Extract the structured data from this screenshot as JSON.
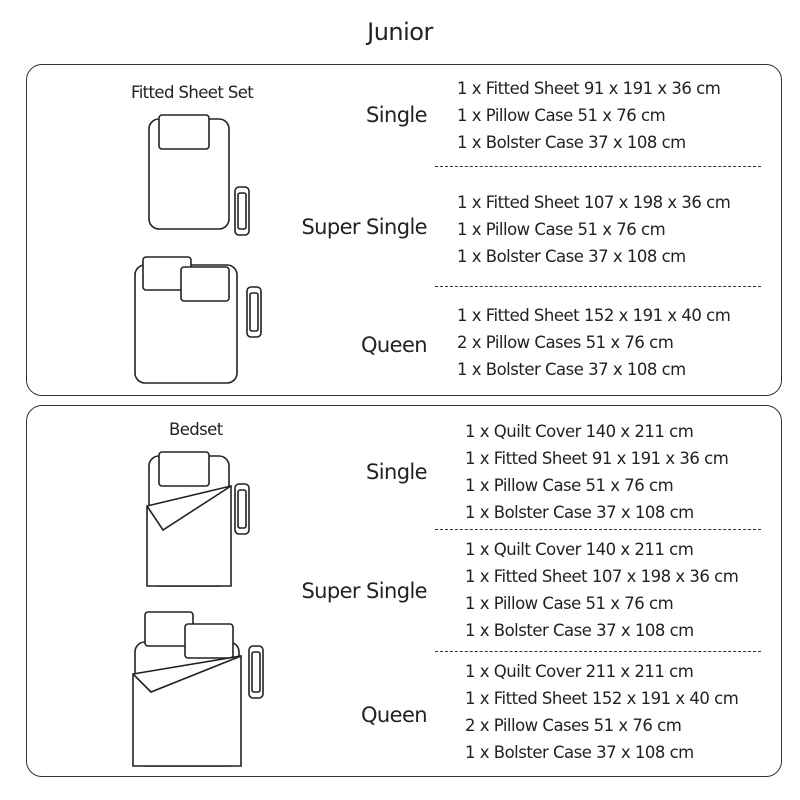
{
  "title": "Junior",
  "fitted_sheet_set": {
    "label": "Fitted Sheet Set",
    "sizes": [
      {
        "name": "Single",
        "items": [
          "1 x Fitted Sheet 91 x 191 x 36 cm",
          "1 x Pillow Case   51 x 76 cm",
          "1 x Bolster Case 37 x 108 cm"
        ]
      },
      {
        "name": "Super Single",
        "items": [
          "1 x Fitted Sheet 107 x 198 x 36 cm",
          "1 x Pillow Case    51 x 76 cm",
          "1 x Bolster Case  37 x 108 cm"
        ]
      },
      {
        "name": "Queen",
        "items": [
          "1 x Fitted Sheet 152 x 191 x 40 cm",
          "2 x Pillow Cases  51 x 76 cm",
          "1 x Bolster Case  37 x 108 cm"
        ]
      }
    ]
  },
  "bedset": {
    "label": "Bedset",
    "sizes": [
      {
        "name": "Single",
        "items": [
          "1 x Quilt Cover 140 x 211 cm",
          "1 x Fitted Sheet 91 x 191 x 36 cm",
          "1 x Pillow Case   51 x 76 cm",
          "1 x Bolster Case 37 x 108 cm"
        ]
      },
      {
        "name": "Super Single",
        "items": [
          "1 x Quilt Cover  140 x 211 cm",
          "1 x Fitted Sheet 107 x 198 x 36 cm",
          "1 x Pillow Case     51 x 76 cm",
          "1 x Bolster Case  37 x 108 cm"
        ]
      },
      {
        "name": "Queen",
        "items": [
          "1 x Quilt Cover   211 x 211 cm",
          "1 x Fitted Sheet 152 x 191 x 40 cm",
          "2 x Pillow Cases 51 x 76 cm",
          "1 x Bolster Case 37 x 108 cm"
        ]
      }
    ]
  }
}
